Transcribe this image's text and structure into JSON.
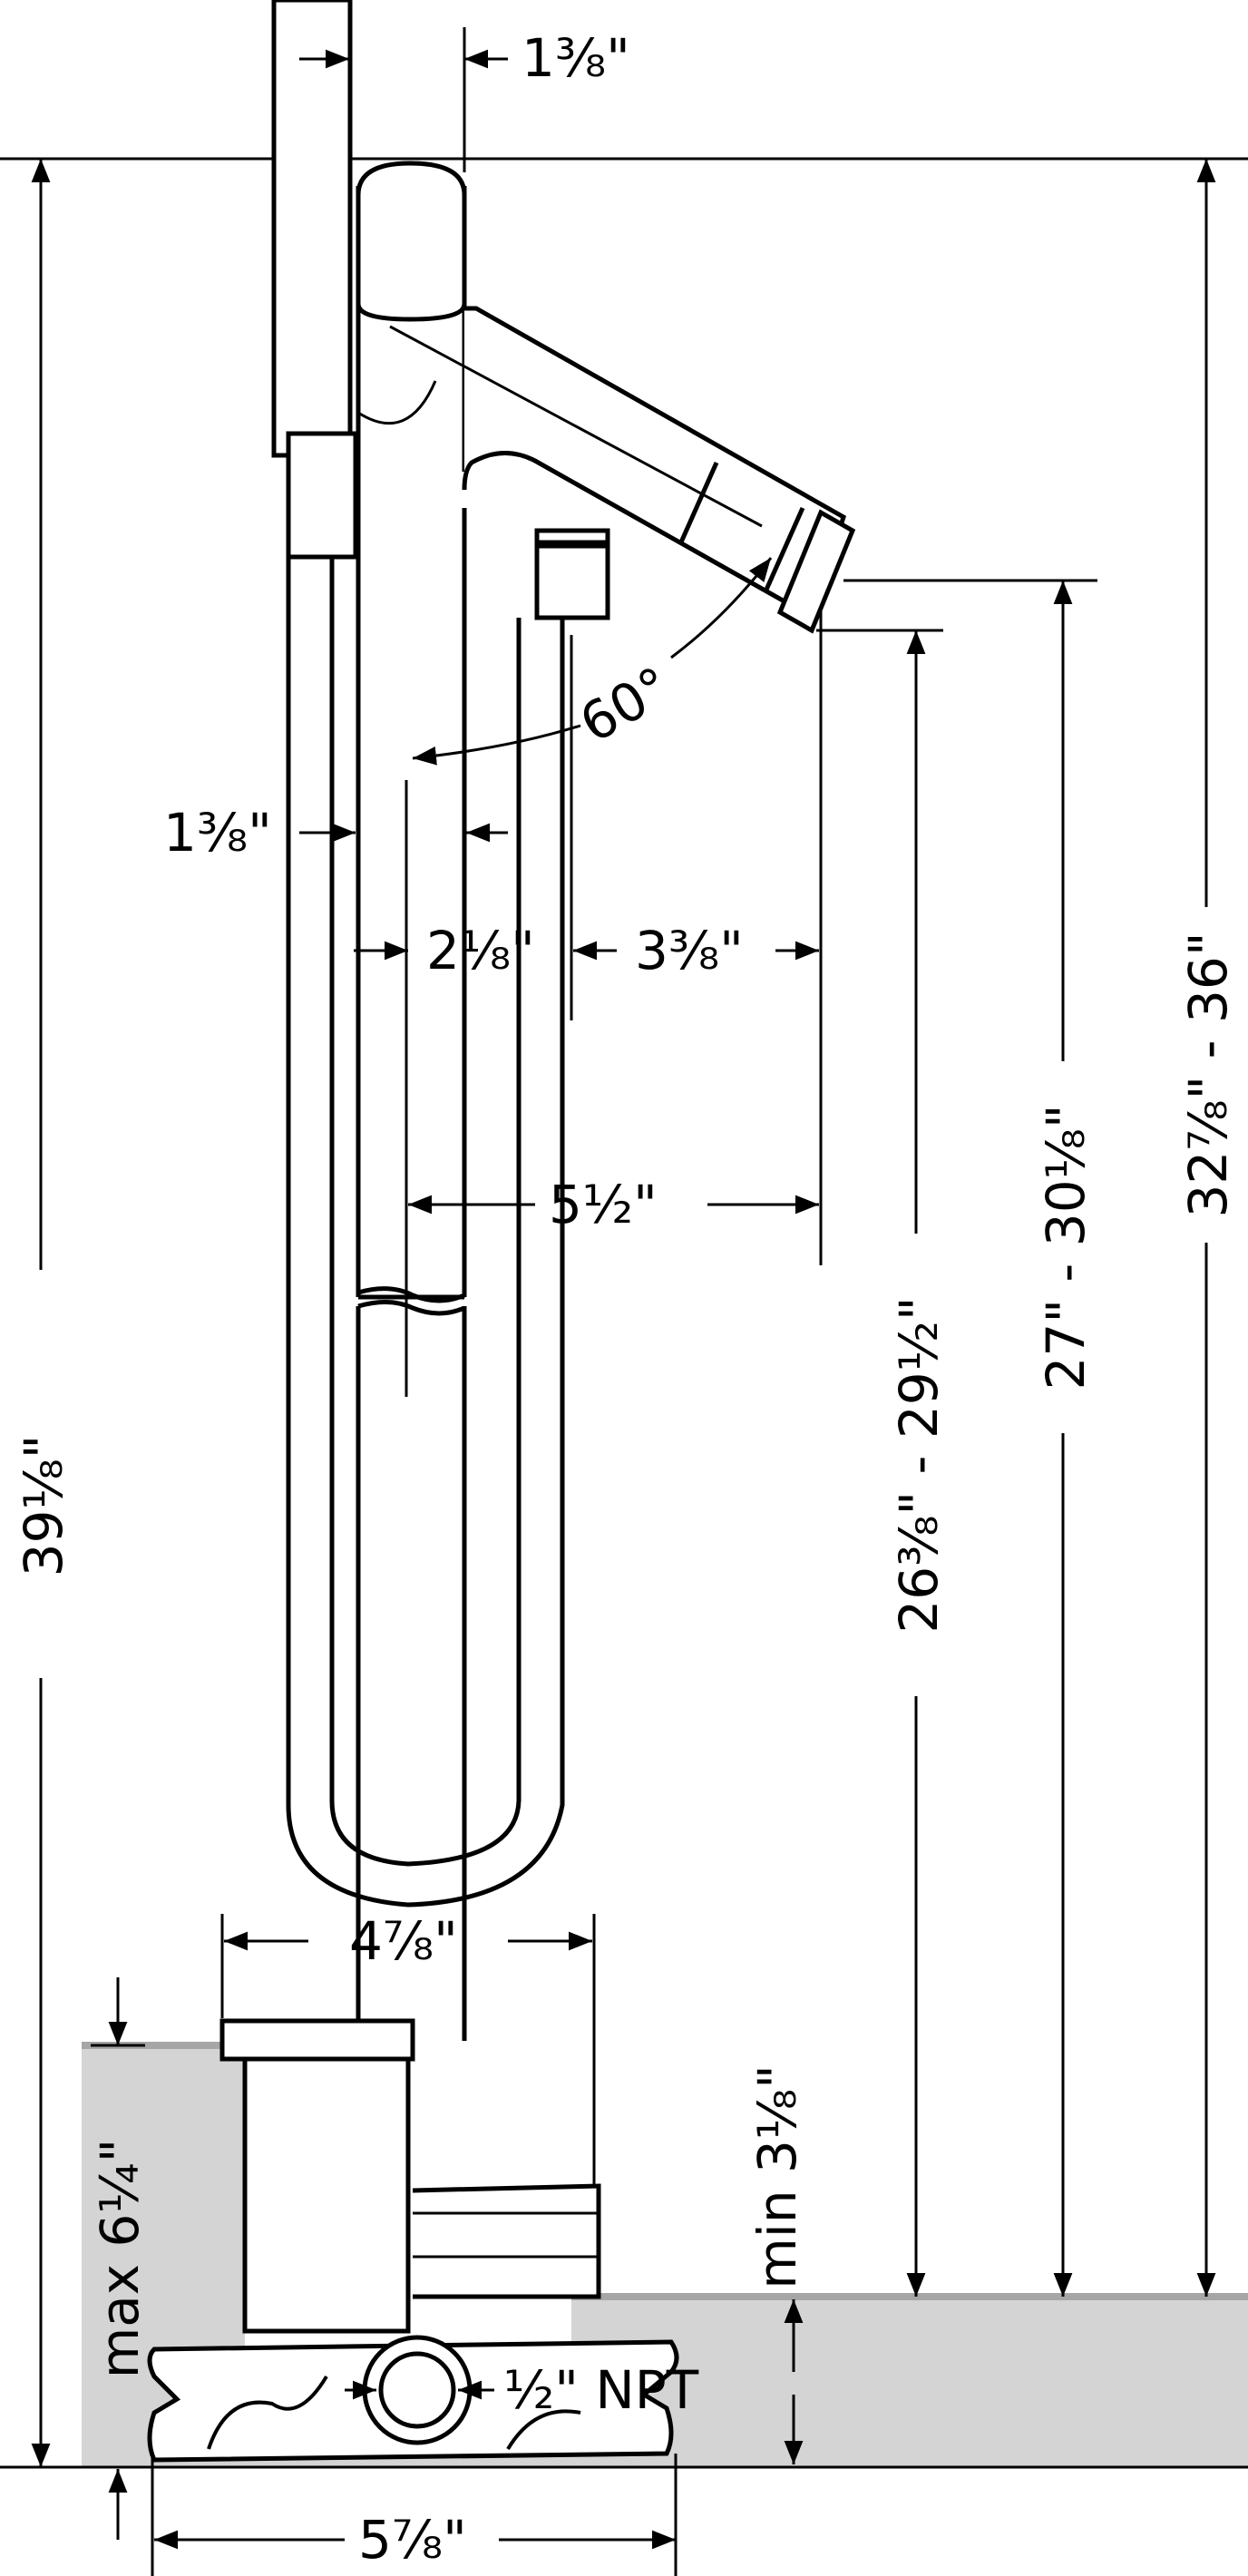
{
  "labels": {
    "top_width": "1⅜\"",
    "overall_height": "39⅛\"",
    "spout_height_range": "32⅞\" - 36\"",
    "spout_tip_height_range": "27\" - 30⅛\"",
    "outlet_height_range": "26⅜\" - 29½\"",
    "angle": "60°",
    "hose_offset": "1⅜\"",
    "column_width": "2⅛\"",
    "spout_offset": "3⅜\"",
    "spout_reach": "5½\"",
    "valve_width": "4⅞\"",
    "min_depth": "min 3⅛\"",
    "max_depth": "max 6¼\"",
    "npt": "½\" NPT",
    "base_width": "5⅞\""
  },
  "colors": {
    "line": "#000000",
    "floor_fill": "#d4d4d4",
    "floor_edge": "#a6a6a6"
  }
}
